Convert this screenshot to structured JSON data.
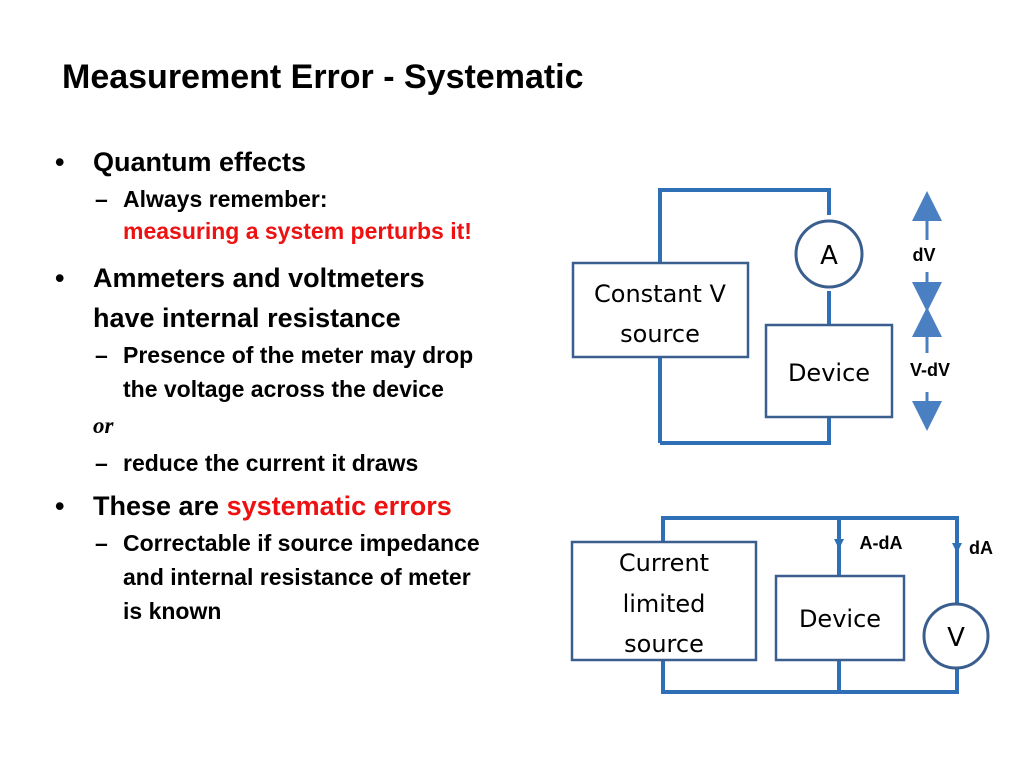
{
  "title": "Measurement Error - Systematic",
  "bullets": {
    "quantum": {
      "label": "Quantum effects",
      "sub": {
        "line1": "Always remember:",
        "line2": "measuring a system perturbs it!"
      }
    },
    "meters": {
      "line1": "Ammeters and voltmeters",
      "line2": "have internal resistance",
      "sub1": {
        "line1": "Presence of the meter may drop",
        "line2": "the voltage across the device"
      },
      "or": "or",
      "sub2": {
        "line1": "reduce the current it draws"
      }
    },
    "systematic": {
      "prefix": "These are ",
      "highlight": "systematic errors",
      "sub": {
        "line1": "Correctable if source impedance",
        "line2": "and internal resistance of meter",
        "line3": "is known"
      }
    }
  },
  "circuit1": {
    "source_line1": "Constant V",
    "source_line2": "source",
    "meter": "A",
    "device": "Device",
    "upper_label": "dV",
    "lower_label": "V-dV"
  },
  "circuit2": {
    "source_line1": "Current",
    "source_line2": "limited",
    "source_line3": "source",
    "device": "Device",
    "meter": "V",
    "branch_label": "A-dA",
    "meter_branch_label": "dA"
  },
  "colors": {
    "wire": "#2e6fb5",
    "box_border": "#3a5f8f",
    "highlight": "#ee1111"
  }
}
